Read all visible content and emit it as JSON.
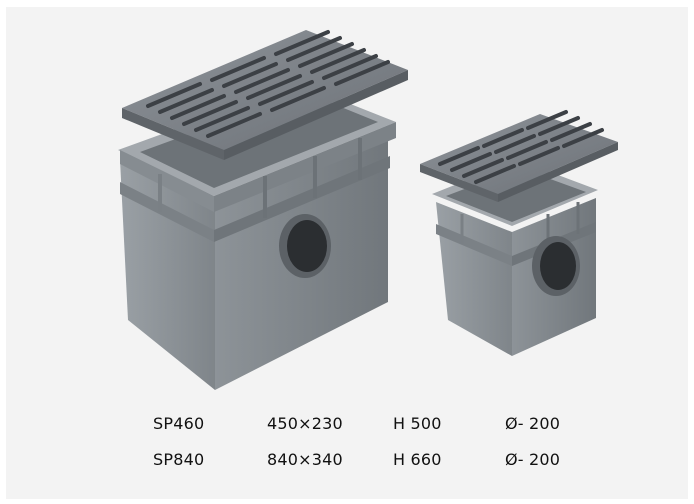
{
  "image": {
    "description_name": "product-photo",
    "colors": {
      "background": "#f3f3f3",
      "body": "#8a8f94",
      "grate": "#7b8086",
      "outlet": "#2b2e31"
    }
  },
  "specs": {
    "rows": [
      {
        "model": "SP460",
        "size": "450×230",
        "height": "H 500",
        "diameter": "Ø- 200"
      },
      {
        "model": "SP840",
        "size": "840×340",
        "height": "H 660",
        "diameter": "Ø- 200"
      }
    ]
  }
}
